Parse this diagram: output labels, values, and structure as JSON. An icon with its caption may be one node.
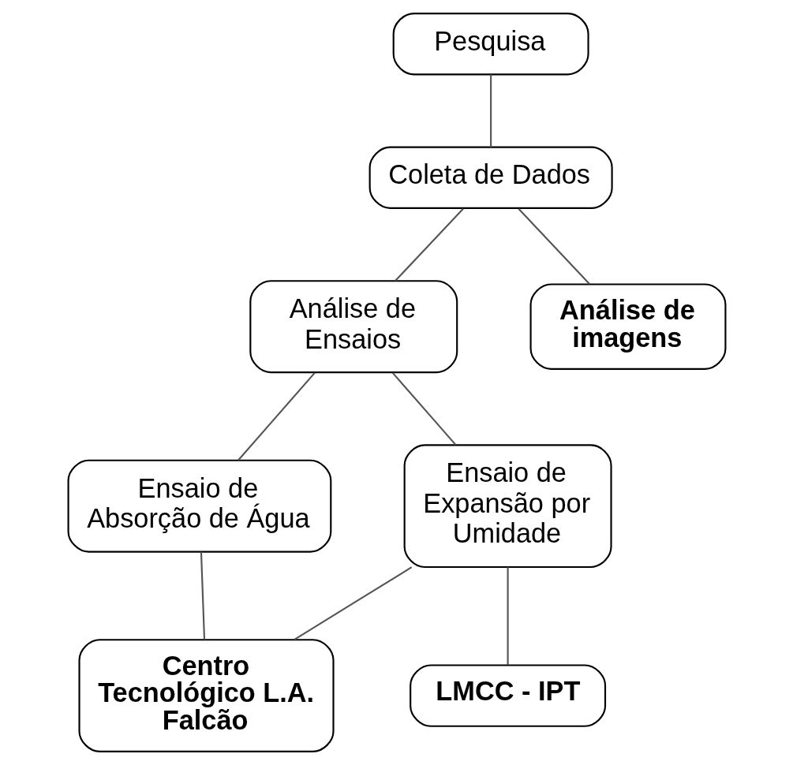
{
  "diagram": {
    "nodes": [
      {
        "text": [
          "Pesquisa"
        ]
      },
      {
        "text": [
          "Coleta de Dados"
        ]
      },
      {
        "text": [
          "Análise de Ensaios"
        ]
      },
      {
        "text": [
          "Análise de imagens"
        ]
      },
      {
        "text": [
          "Ensaio de Absorção de Água"
        ]
      },
      {
        "text": [
          "Ensaio de Expansão por Umidade"
        ]
      },
      {
        "text": [
          "Centro Tecnológico L.A. Falcão"
        ]
      },
      {
        "text": [
          "LMCC - IPT"
        ]
      }
    ],
    "edges": [
      {
        "from": 0,
        "to": 1,
        "arrow": "none"
      },
      {
        "from": 1,
        "to": 2,
        "arrow": "none"
      },
      {
        "from": 1,
        "to": 3,
        "arrow": "none"
      },
      {
        "from": 2,
        "to": 4,
        "arrow": "none"
      },
      {
        "from": 2,
        "to": 5,
        "arrow": "none"
      },
      {
        "from": 4,
        "to": 6,
        "arrow": "none"
      },
      {
        "from": 5,
        "to": 6,
        "arrow": "none"
      },
      {
        "from": 5,
        "to": 7,
        "arrow": "none"
      }
    ]
  }
}
